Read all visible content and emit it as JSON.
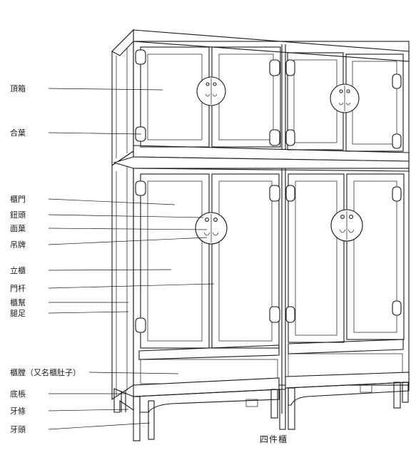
{
  "diagram": {
    "caption": "四件櫃",
    "labels": [
      {
        "id": "top-box",
        "text": "頂箱"
      },
      {
        "id": "hinge",
        "text": "合葉"
      },
      {
        "id": "cabinet-door",
        "text": "櫃門"
      },
      {
        "id": "knob",
        "text": "鈕頭"
      },
      {
        "id": "face-plate",
        "text": "面葉"
      },
      {
        "id": "pull",
        "text": "吊牌"
      },
      {
        "id": "standing-cabinet",
        "text": "立櫃"
      },
      {
        "id": "door-stile",
        "text": "門杆"
      },
      {
        "id": "side-panel",
        "text": "櫃幫"
      },
      {
        "id": "leg",
        "text": "腿足"
      },
      {
        "id": "cabinet-belly",
        "text": "櫃膛（又名櫃肚子）"
      },
      {
        "id": "bottom-stretcher",
        "text": "底棖"
      },
      {
        "id": "apron",
        "text": "牙條"
      },
      {
        "id": "spandrel",
        "text": "牙頭"
      }
    ]
  }
}
